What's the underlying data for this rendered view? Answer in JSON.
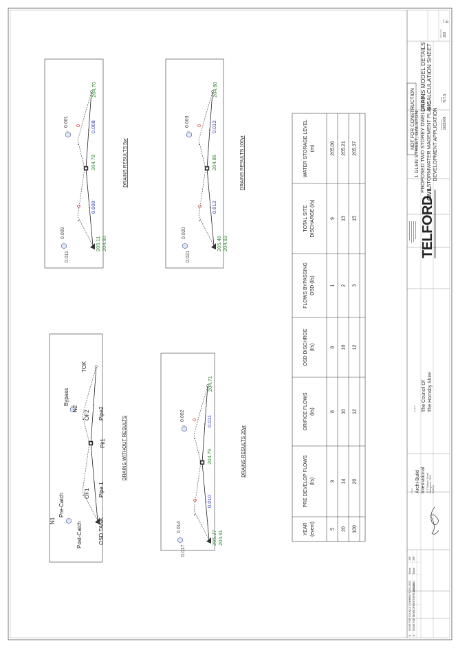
{
  "stamp": "NOT FOR CONSTRUCTION",
  "project": {
    "line1": "1 GLEN STREET, GALSTON",
    "line2": "PROPOSED TWO STOREY DWELLINGS",
    "line3": "STORMWATER MAGEMENT PLANS",
    "line4": "DEVELOPMENT APPLICATION"
  },
  "drawing_title": {
    "line1": "DRAINS MODEL DETAILS",
    "line2": "& CALCULATION SHEET"
  },
  "titleblock": {
    "scale_label": "Scale",
    "scale": "N.T.S.",
    "drawing_no_label": "Drawing No.",
    "drawing_no": "2021409",
    "sheet_label": "Sheet No.",
    "sheet_no": "103",
    "rev_label": "Rev",
    "rev": "B"
  },
  "telford": {
    "main": "TELFORD",
    "sub": "CIVIL"
  },
  "client": {
    "label": "Client",
    "line1": "Archi-Build",
    "line2": "International",
    "line3": "41 F Walker Street,",
    "line4": "Macquarie, 2160",
    "line5": "Sydney"
  },
  "council": {
    "label": "Council",
    "line1": "The Council Of",
    "line2": "The Hornsby Shire"
  },
  "revisions": [
    {
      "rev": "B",
      "desc": "ISSUE FOR COUNCIL COMMENTS",
      "date": "12/11/2022",
      "by": "Mahe",
      "chk": "JSP"
    },
    {
      "rev": "A",
      "desc": "ISSUE FOR DEVELOPMENT APPLICATION",
      "date": "18/11/2021",
      "by": "Mahe",
      "chk": "JSP"
    }
  ],
  "diagrams": {
    "no_results": {
      "title": "DRAINS WITHOUT RESULTS",
      "n1": "N1",
      "pre_catch": "Pre-Catch",
      "post_catch": "Post-Catch",
      "osd_tank": "OSD TANK",
      "of1": "OF1",
      "pipe1": "Pipe 1",
      "pit1": "Pit1",
      "n2": "N2",
      "bypass": "Bypass",
      "of2": "OF2",
      "pipe2": "Pipe2",
      "tok": "TOK"
    },
    "r20": {
      "title": "DRAINS RESULTS 20yr",
      "catch_pre": "0.014",
      "catch_post": "0.017",
      "bypass": "0.002",
      "wl1": "205.27",
      "wl2": "204.91",
      "zero1": "0",
      "flow1": "0.010",
      "pit": "204.79",
      "zero2": "0",
      "flow2": "0.011",
      "outlet": "204.71"
    },
    "r5": {
      "title": "DRAINS RESULTS 5yr",
      "catch_pre": "0.009",
      "catch_post": "0.011",
      "bypass": "0.001",
      "wl1": "205.11",
      "wl2": "204.90",
      "zero1": "0",
      "flow1": "0.008",
      "pit": "204.78",
      "zero2": "0",
      "flow2": "0.008",
      "outlet": "204.70"
    },
    "r100": {
      "title": "DRAINS RESULTS 100yr",
      "catch_pre": "0.020",
      "catch_post": "0.021",
      "bypass": "0.003",
      "wl1": "205.46",
      "wl2": "204.93",
      "zero1": "0",
      "flow1": "0.012",
      "pit": "204.86",
      "zero2": "0",
      "flow2": "0.012",
      "outlet": "204.80"
    }
  },
  "table": {
    "headers": [
      [
        "YEAR",
        "(event)"
      ],
      [
        "PRE DEVELOP FLOWS",
        "(l/s)"
      ],
      [
        "ORIFICE FLOWS",
        "(l/s)"
      ],
      [
        "OSD DISCHRGE",
        "(l/s)"
      ],
      [
        "FLOWS BYPASSING",
        "OSD (l/s)"
      ],
      [
        "TOTAL SITE",
        "DISCHARGE  (l/s)"
      ],
      [
        "WATER STORAGE LEVEL",
        "(m)"
      ]
    ],
    "rows": [
      [
        "5",
        "9",
        "8",
        "8",
        "1",
        "9",
        "205.06"
      ],
      [
        "20",
        "14",
        "10",
        "10",
        "2",
        "13",
        "205.21"
      ],
      [
        "100",
        "20",
        "12",
        "12",
        "3",
        "15",
        "205.37"
      ]
    ]
  },
  "colors": {
    "green": "#2f8a2f",
    "blue": "#2a36c8",
    "red": "#d42020"
  }
}
